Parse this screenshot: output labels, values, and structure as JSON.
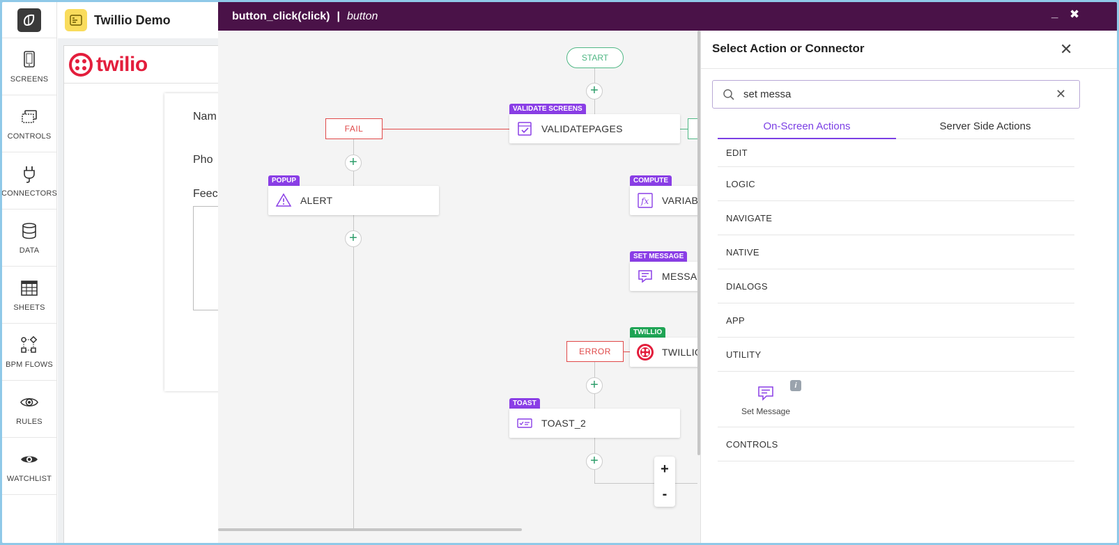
{
  "app": {
    "title": "Twillio Demo"
  },
  "rail": {
    "items": [
      {
        "label": "SCREENS",
        "icon": "tablet-icon"
      },
      {
        "label": "CONTROLS",
        "icon": "controls-icon"
      },
      {
        "label": "CONNECTORS",
        "icon": "plug-icon"
      },
      {
        "label": "DATA",
        "icon": "database-icon"
      },
      {
        "label": "SHEETS",
        "icon": "table-icon"
      },
      {
        "label": "BPM FLOWS",
        "icon": "flow-icon"
      },
      {
        "label": "RULES",
        "icon": "eye-icon"
      },
      {
        "label": "WATCHLIST",
        "icon": "eye-icon"
      }
    ]
  },
  "preview": {
    "brand": "twilio",
    "labels": [
      "Nam",
      "Pho",
      "Feec"
    ]
  },
  "modal": {
    "event": "button_click(click)",
    "separator": "|",
    "control": "button",
    "minimize": "_",
    "close": "✖"
  },
  "flow": {
    "start": "START",
    "fail": "FAIL",
    "error": "ERROR",
    "nodes": {
      "validate": {
        "tag": "VALIDATE SCREENS",
        "label": "VALIDATEPAGES"
      },
      "alert": {
        "tag": "POPUP",
        "label": "ALERT"
      },
      "variable": {
        "tag": "COMPUTE",
        "label": "VARIAB"
      },
      "message": {
        "tag": "SET MESSAGE",
        "label": "MESSAG"
      },
      "twilio": {
        "tag": "TWILLIO",
        "label": "TWILLIO"
      },
      "toast": {
        "tag": "TOAST",
        "label": "TOAST_2"
      }
    },
    "zoom": {
      "in": "+",
      "out": "-"
    },
    "add": "+"
  },
  "panel": {
    "title": "Select Action or Connector",
    "close": "✕",
    "search": {
      "value": "set messa",
      "clear": "✕"
    },
    "tabs": [
      {
        "label": "On-Screen Actions",
        "active": true
      },
      {
        "label": "Server Side Actions",
        "active": false
      }
    ],
    "categories_top": [
      "EDIT",
      "LOGIC",
      "NAVIGATE",
      "NATIVE",
      "DIALOGS",
      "APP",
      "UTILITY"
    ],
    "utility_actions": [
      {
        "label": "Set Message",
        "info": "i"
      }
    ],
    "categories_bottom": [
      "CONTROLS"
    ]
  },
  "colors": {
    "modal_bar": "#4a1248",
    "accent": "#7b3fe4",
    "tag_purple": "#8a3ee6",
    "tag_green": "#1fa455",
    "error_red": "#e04848",
    "start_green": "#4fb784",
    "twilio_red": "#e31e3c"
  }
}
